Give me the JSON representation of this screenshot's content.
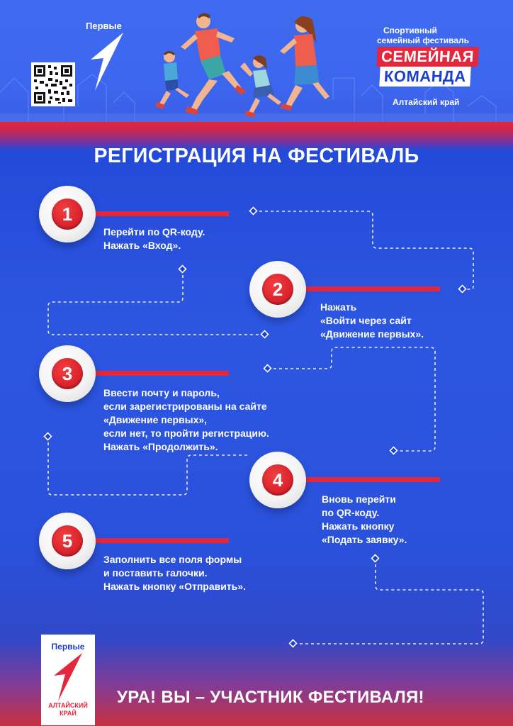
{
  "header": {
    "logo_text": "Первые",
    "festival_sub1": "Спортивный",
    "festival_sub2": "семейный фестиваль",
    "festival_name_line1": "СЕМЕЙНАЯ",
    "festival_name_line2": "КОМАНДА",
    "region": "Алтайский край"
  },
  "title": "РЕГИСТРАЦИЯ НА ФЕСТИВАЛЬ",
  "steps": [
    {
      "number": "1",
      "lines": [
        "Перейти по QR-коду.",
        "Нажать «Вход»."
      ]
    },
    {
      "number": "2",
      "lines": [
        "Нажать",
        "«Войти через сайт",
        "«Движение первых»."
      ]
    },
    {
      "number": "3",
      "lines": [
        "Ввести почту и пароль,",
        "если зарегистрированы на сайте",
        "«Движение первых»,",
        "если нет, то пройти регистрацию.",
        "Нажать «Продолжить»."
      ]
    },
    {
      "number": "4",
      "lines": [
        "Вновь перейти",
        "по QR-коду.",
        "Нажать кнопку",
        "«Подать заявку»."
      ]
    },
    {
      "number": "5",
      "lines": [
        "Заполнить все поля формы",
        "и поставить галочки.",
        "Нажать кнопку «Отправить»."
      ]
    }
  ],
  "footer": {
    "logo_top": "Первые",
    "logo_region_line1": "АЛТАЙСКИЙ",
    "logo_region_line2": "КРАЙ",
    "slogan": "УРА! ВЫ – УЧАСТНИК ФЕСТИВАЛЯ!"
  },
  "colors": {
    "blue": "#2c56e2",
    "red": "#e4273c",
    "white": "#ffffff"
  },
  "icons": [
    "qr-code",
    "first-movement-logo",
    "running-family-illustration"
  ]
}
